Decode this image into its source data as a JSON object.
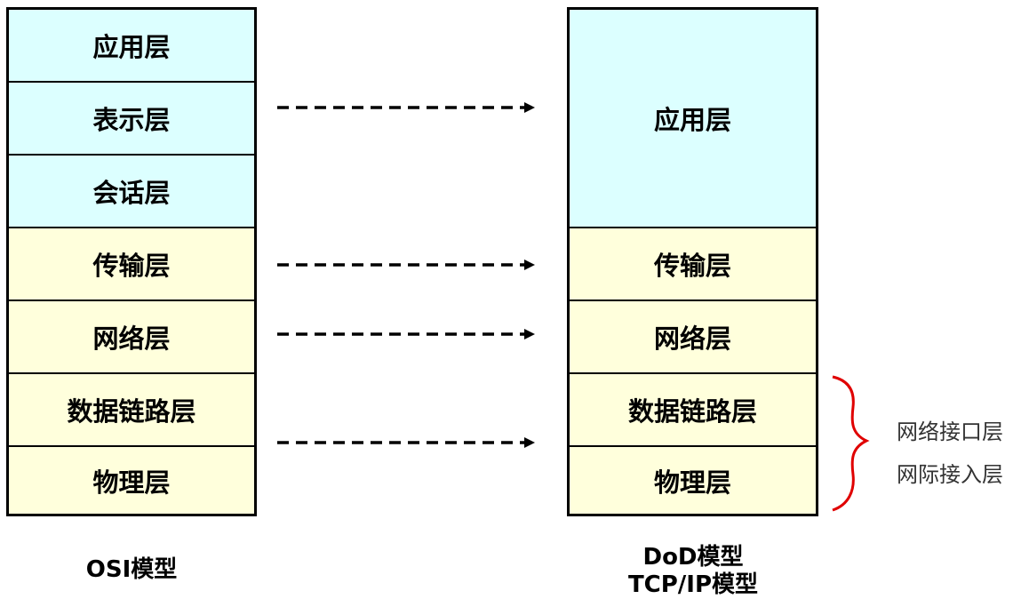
{
  "osi": {
    "caption": "OSI模型",
    "layers": [
      "应用层",
      "表示层",
      "会话层",
      "传输层",
      "网络层",
      "数据链路层",
      "物理层"
    ]
  },
  "dod": {
    "caption_line1": "DoD模型",
    "caption_line2": "TCP/IP模型",
    "layers": [
      "应用层",
      "传输层",
      "网络层",
      "数据链路层",
      "物理层"
    ]
  },
  "bracket_labels": [
    "网络接口层",
    "网际接入层"
  ],
  "colors": {
    "upper_fill": "#dcffff",
    "lower_fill": "#ffffdc",
    "bracket": "#e00000"
  }
}
